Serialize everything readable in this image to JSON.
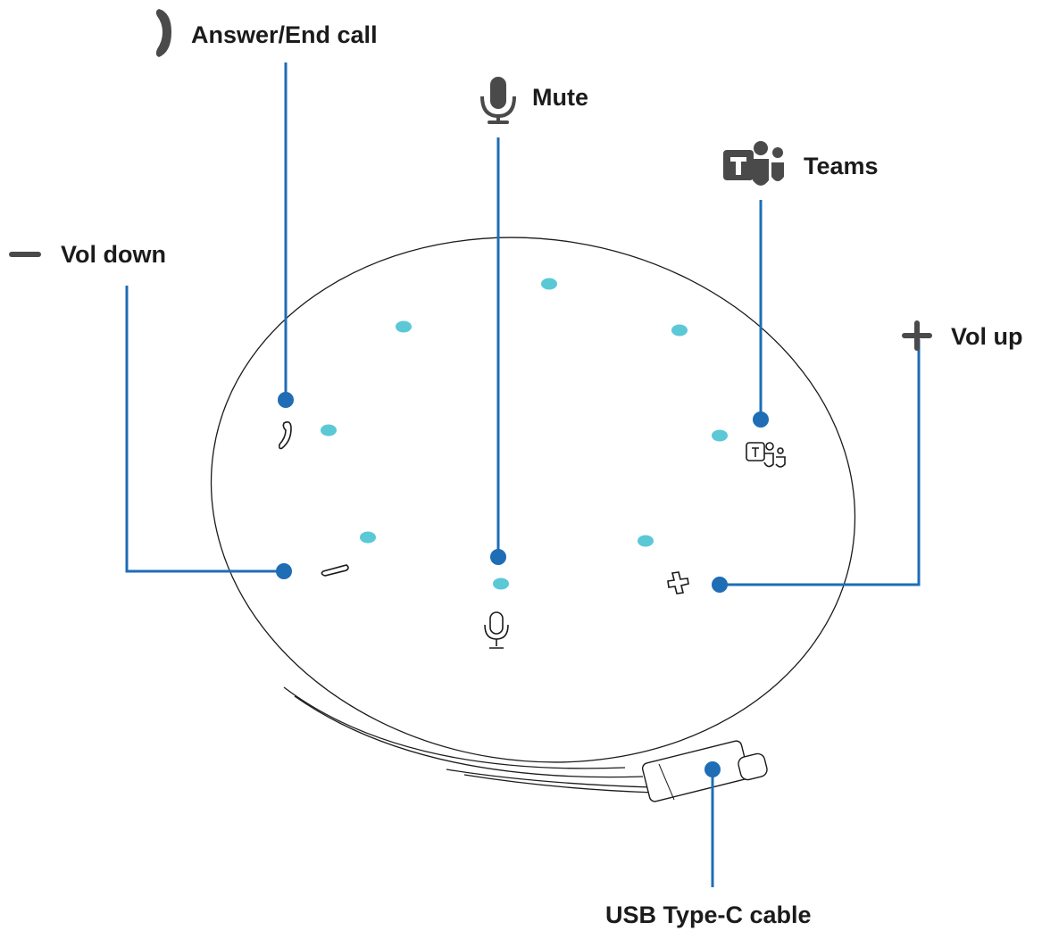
{
  "labels": {
    "answer_end_call": "Answer/End call",
    "mute": "Mute",
    "teams": "Teams",
    "vol_down": "Vol down",
    "vol_up": "Vol up",
    "usb_cable": "USB Type-C cable"
  },
  "icons": {
    "answer_end_call": "phone-handset-icon",
    "mute": "microphone-icon",
    "teams": "teams-logo-icon",
    "vol_down": "minus-icon",
    "vol_up": "plus-icon"
  },
  "colors": {
    "callout": "#1e6db5",
    "led": "#5bc8d6",
    "outline": "#1b1b1b",
    "icon": "#4a4a4a"
  }
}
